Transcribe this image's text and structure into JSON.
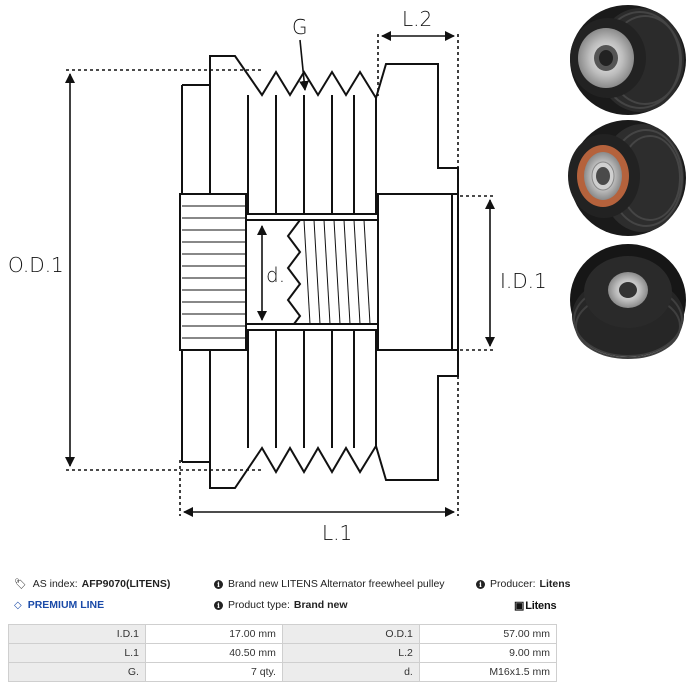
{
  "drawing": {
    "labels": {
      "g": "G",
      "l2": "L.2",
      "od1": "O.D.1",
      "d": "d.",
      "id1": "I.D.1",
      "l1": "L.1"
    }
  },
  "info": {
    "as_index_label": "AS index:",
    "as_index_value": "AFP9070(LITENS)",
    "description": "Brand new LITENS Alternator freewheel pulley",
    "producer_label": "Producer:",
    "producer_value": "Litens",
    "premium_line": "PREMIUM LINE",
    "product_type_label": "Product type:",
    "product_type_value": "Brand new",
    "brand_logo": "Litens",
    "icons": {
      "tag": "tag-icon",
      "info": "info-icon",
      "diamond": "diamond-icon"
    },
    "accent_color": "#1a4aa8"
  },
  "specs": [
    {
      "k1": "I.D.1",
      "v1": "17.00 mm",
      "k2": "O.D.1",
      "v2": "57.00 mm"
    },
    {
      "k1": "L.1",
      "v1": "40.50 mm",
      "k2": "L.2",
      "v2": "9.00 mm"
    },
    {
      "k1": "G.",
      "v1": "7 qty.",
      "k2": "d.",
      "v2": "M16x1.5 mm"
    }
  ]
}
